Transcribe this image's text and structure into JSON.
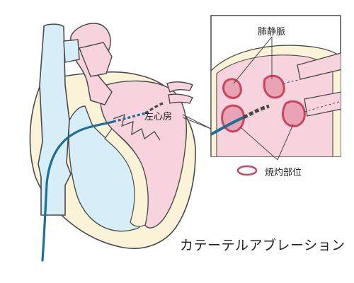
{
  "labels": {
    "left_atrium": "左心房",
    "pulmonary_veins": "肺静脈",
    "ablation_site": "焼灼部位"
  },
  "title": "カテーテルアブレーション",
  "colors": {
    "blue_chamber": "#d7eef8",
    "pink_chamber": "#f6d3dd",
    "myocardium": "#fbf3d8",
    "outline": "#4a4a4a",
    "catheter": "#1f6f94",
    "lesion": "#c8445f",
    "zoom_background": "#f8f3f6"
  }
}
